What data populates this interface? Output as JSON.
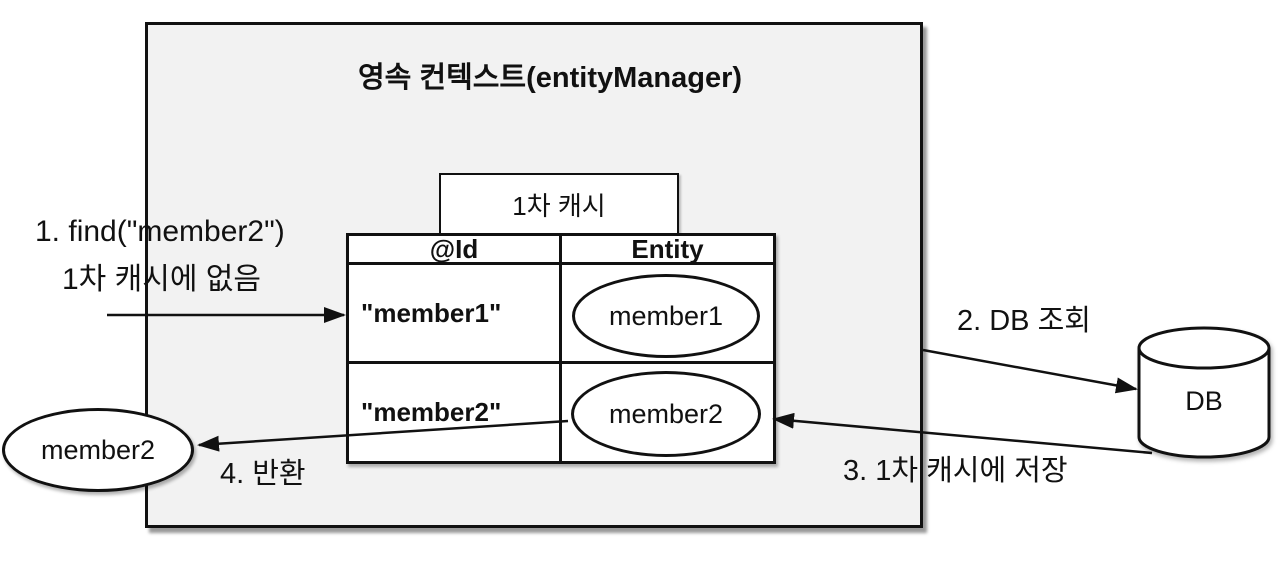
{
  "colors": {
    "background": "#ffffff",
    "context_fill": "#f2f2f2",
    "stroke": "#111111",
    "text": "#111111"
  },
  "context": {
    "title": "영속 컨텍스트(entityManager)"
  },
  "cache": {
    "label": "1차 캐시",
    "table": {
      "headers": [
        "@Id",
        "Entity"
      ],
      "rows": [
        {
          "id": "\"member1\"",
          "entity": "member1"
        },
        {
          "id": "\"member2\"",
          "entity": "member2"
        }
      ]
    }
  },
  "result": {
    "entity": "member2"
  },
  "db": {
    "label": "DB"
  },
  "steps": {
    "find_line1": "1. find(\"member2\")",
    "find_line2": "1차 캐시에 없음",
    "db_lookup": "2. DB 조회",
    "store_cache": "3. 1차 캐시에 저장",
    "return_label": "4. 반환"
  }
}
